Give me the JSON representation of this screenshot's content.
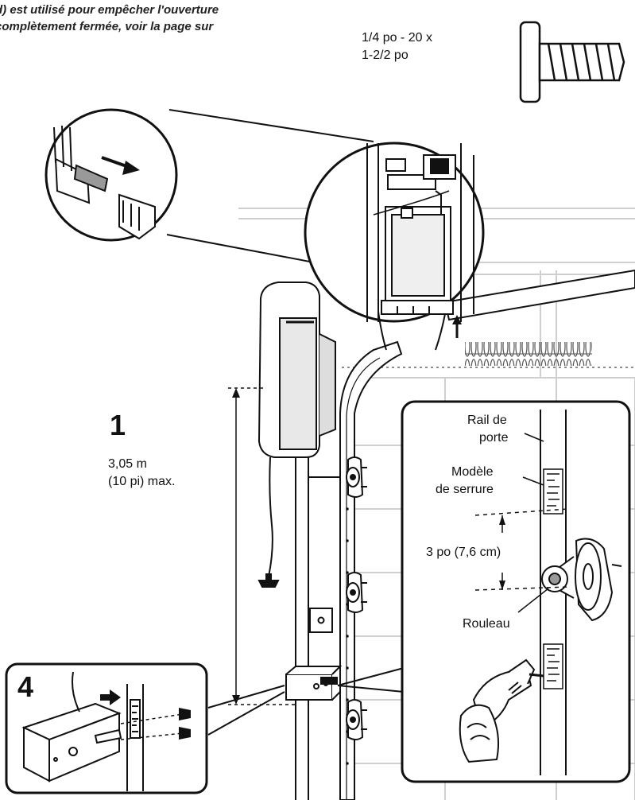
{
  "intro_text": {
    "line1": "d) est utilisé pour empêcher l'ouverture",
    "line2": "complètement fermée, voir la page sur"
  },
  "fastener": {
    "spec_line1": "1/4 po - 20 x",
    "spec_line2": "1-2/2 po"
  },
  "step_1": {
    "number": "1",
    "distance_line1": "3,05 m",
    "distance_line2": "(10 pi) max."
  },
  "step_4": {
    "number": "4"
  },
  "detail_callout": {
    "rail_line1": "Rail de",
    "rail_line2": "porte",
    "lock_line1": "Modèle",
    "lock_line2": "de serrure",
    "spacing": "3 po (7,6 cm)",
    "roller": "Rouleau"
  },
  "colors": {
    "ink": "#111111",
    "background": "#ffffff",
    "light_outline": "#c8c8c8",
    "door_shading": "#d9d9d9"
  },
  "icons": [
    "screw-icon",
    "drill-icon",
    "arrow-right-icon",
    "arrow-up-icon",
    "arrow-down-icon"
  ]
}
